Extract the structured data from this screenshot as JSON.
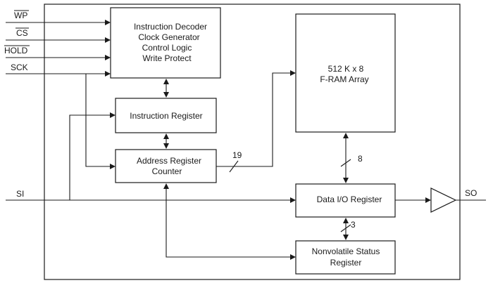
{
  "pins": {
    "wp": "WP",
    "cs": "CS",
    "hold": "HOLD",
    "sck": "SCK",
    "si": "SI",
    "so": "SO"
  },
  "blocks": {
    "control": {
      "line1": "Instruction Decoder",
      "line2": "Clock Generator",
      "line3": "Control Logic",
      "line4": "Write Protect"
    },
    "instruction_register": "Instruction Register",
    "address_register": {
      "line1": "Address Register",
      "line2": "Counter"
    },
    "array": {
      "line1": "512 K x 8",
      "line2": "F-RAM Array"
    },
    "data_io": "Data  I/O Register",
    "status": {
      "line1": "Nonvolatile Status",
      "line2": "Register"
    }
  },
  "bus_widths": {
    "address": "19",
    "data": "8",
    "status": "3"
  }
}
